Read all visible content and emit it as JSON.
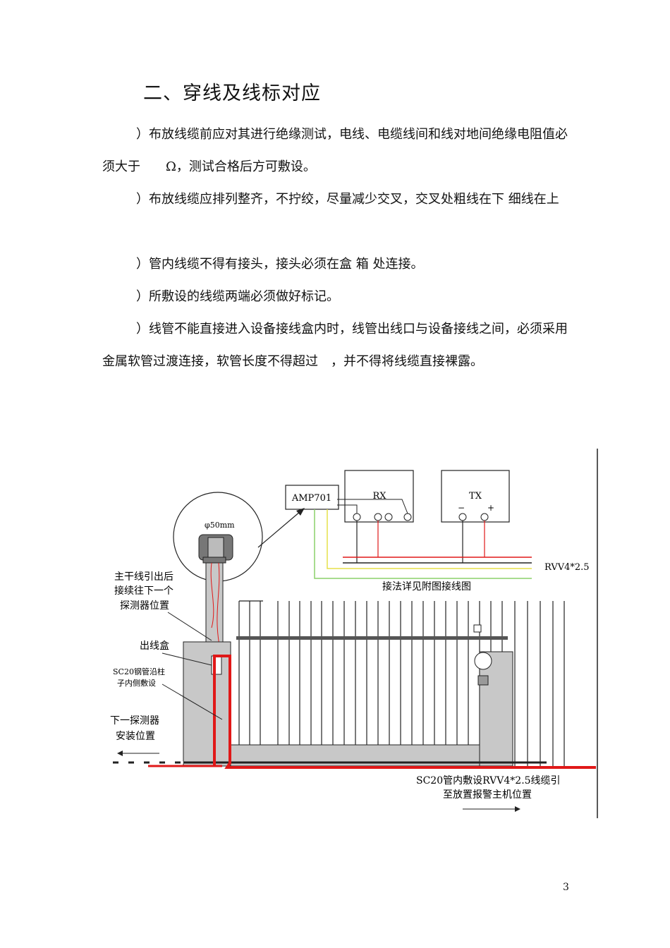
{
  "heading": "二、穿线及线标对应",
  "paragraphs": [
    "）布放线缆前应对其进行绝缘测试，电线、电缆线间和线对地间绝缘电阻值必须大于　　Ω，测试合格后方可敷设。",
    "）布放线缆应排列整齐，不拧绞，尽量减少交叉，交叉处粗线在下 细线在上",
    "）管内线缆不得有接头，接头必须在盒 箱 处连接。",
    "）所敷设的线缆两端必须做好标记。",
    "）线管不能直接进入设备接线盒内时，线管出线口与设备接线之间，必须采用金属软管过渡连接，软管长度不得超过　，并不得将线缆直接裸露。"
  ],
  "diagram": {
    "amp_label": "AMP701",
    "rx_label": "RX",
    "tx_label": "TX",
    "tx_minus": "−",
    "tx_plus": "+",
    "cable_label": "RVV4*2.5",
    "wiring_note": "接法详见附图接线图",
    "pipe_diameter": "φ50mm",
    "trunk_note": [
      "主干线引出后",
      "接续往下一个",
      "探测器位置"
    ],
    "outlet_box": "出线盒",
    "conduit_note": [
      "SC20钢管沿柱",
      "子内侧敷设"
    ],
    "next_detector": [
      "下一探测器",
      "安装位置"
    ],
    "bottom_note": [
      "SC20管内敷设RVV4*2.5线缆引",
      "至放置报警主机位置"
    ],
    "colors": {
      "red": "#e01818",
      "yellow": "#e6e04a",
      "green": "#8cd16a",
      "pillar": "#c8c8c8"
    }
  },
  "page_number": "3"
}
